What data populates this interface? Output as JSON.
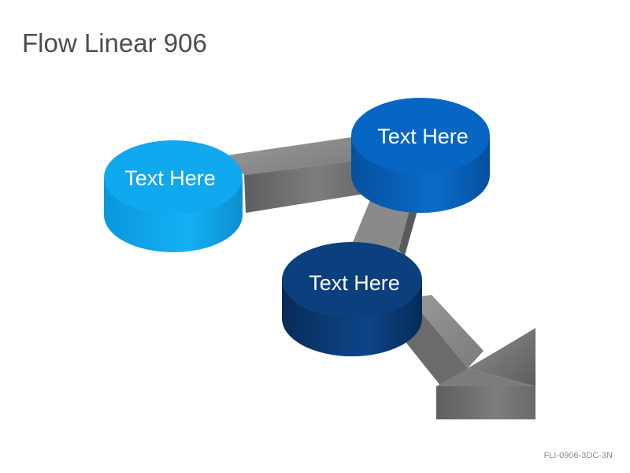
{
  "slide": {
    "title": "Flow Linear 906",
    "code": "FLI-0906-3DC-3N"
  },
  "nodes": [
    {
      "label": "Text Here",
      "color_top": "#10a8ee",
      "color_side": "#0a8fd2"
    },
    {
      "label": "Text Here",
      "color_top": "#0766c4",
      "color_side": "#0554a6"
    },
    {
      "label": "Text Here",
      "color_top": "#0b3f7e",
      "color_side": "#082f61"
    }
  ],
  "colors": {
    "arrow_top": "#8f8f8f",
    "arrow_front": "#6b6b6b",
    "arrow_dark": "#555555"
  }
}
